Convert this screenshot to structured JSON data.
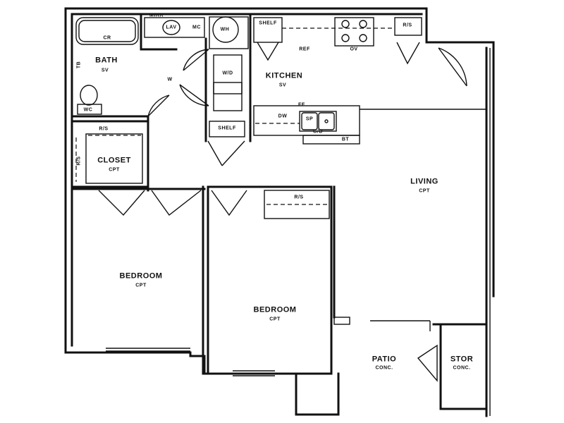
{
  "rooms": {
    "bath": {
      "name": "BATH",
      "floor": "SV"
    },
    "kitchen": {
      "name": "KITCHEN",
      "floor": "SV"
    },
    "closet": {
      "name": "CLOSET",
      "floor": "CPT"
    },
    "living": {
      "name": "LIVING",
      "floor": "CPT"
    },
    "bedroom1": {
      "name": "BEDROOM",
      "floor": "CPT"
    },
    "bedroom2": {
      "name": "BEDROOM",
      "floor": "CPT"
    },
    "patio": {
      "name": "PATIO",
      "floor": "CONC."
    },
    "storage": {
      "name": "STOR",
      "floor": "CONC."
    }
  },
  "fixtures": {
    "mirror": "MIRR",
    "lav": "LAV",
    "mc_top": "MC",
    "cr": "CR",
    "tb": "TB",
    "wc": "WC",
    "wh": "WH",
    "wd": "W/D",
    "wi": "W",
    "shelf_top": "SHELF",
    "shelf_mid": "SHELF",
    "ref": "REF",
    "ov": "OV",
    "rs_top": "R/S",
    "dw": "DW",
    "fe": "FE",
    "sp": "SP",
    "gd": "G/D",
    "bt": "BT",
    "rs_closet_top": "R/S",
    "rs_closet_side": "R/S",
    "rs_bedroom2": "R/S"
  }
}
